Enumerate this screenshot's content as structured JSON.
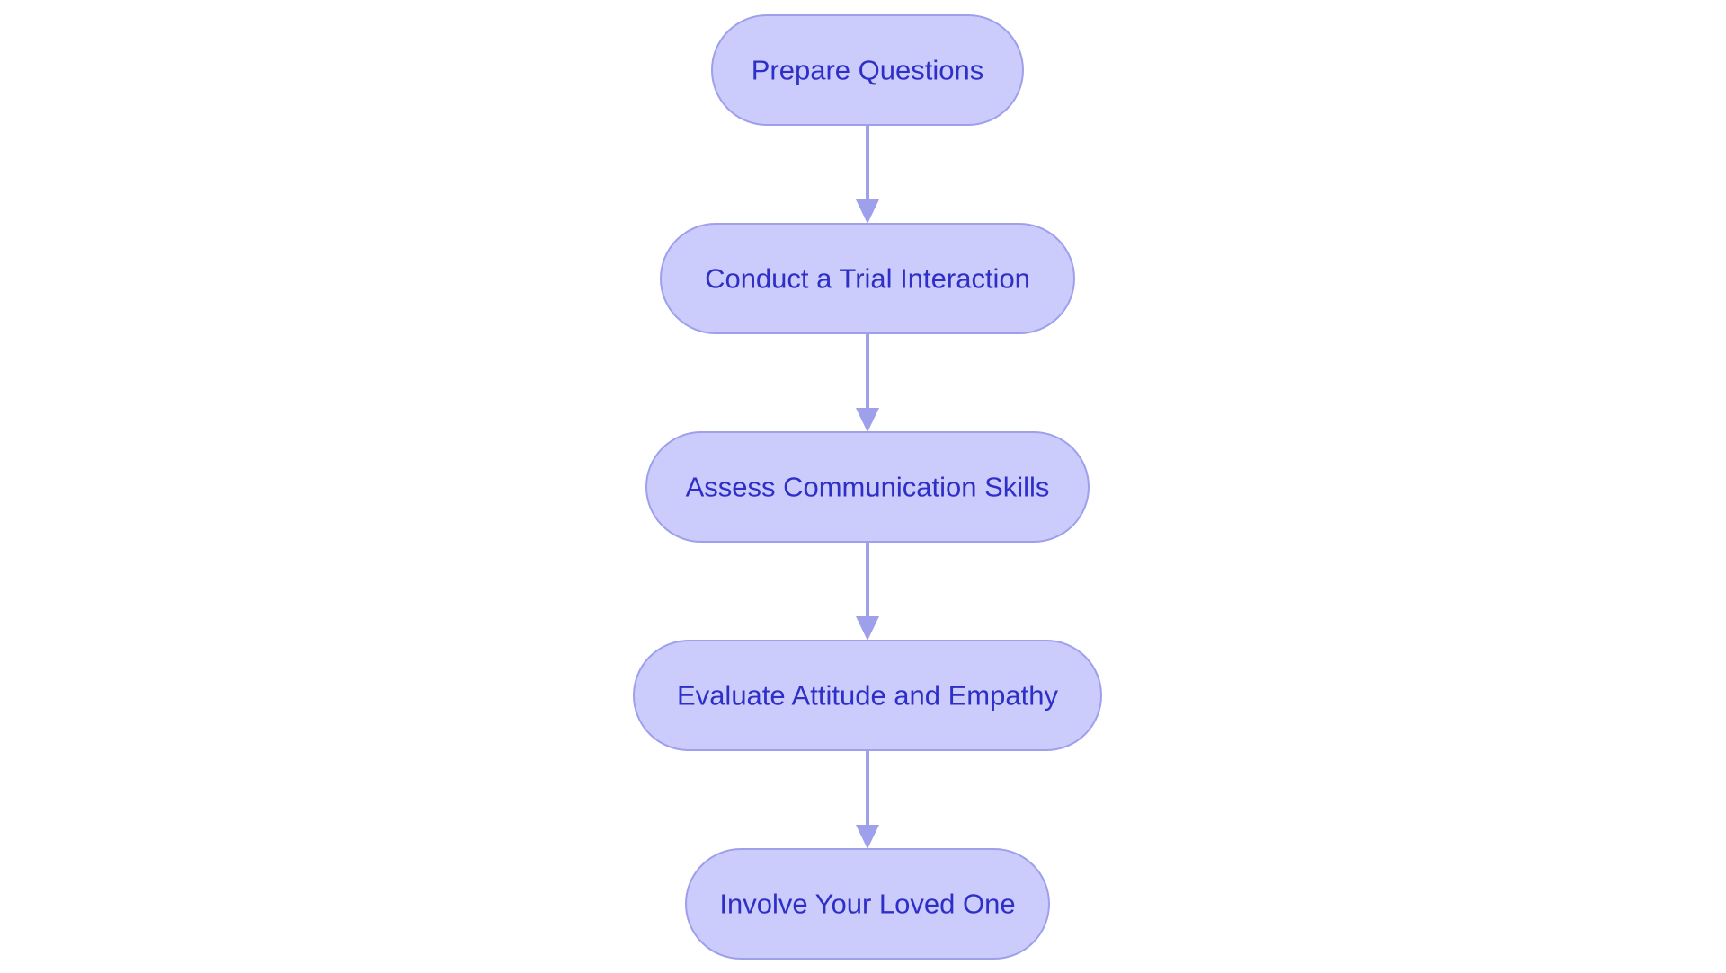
{
  "flowchart": {
    "steps": [
      {
        "label": "Prepare Questions"
      },
      {
        "label": "Conduct a Trial Interaction"
      },
      {
        "label": "Assess Communication Skills"
      },
      {
        "label": "Evaluate Attitude and Empathy"
      },
      {
        "label": "Involve Your Loved One"
      }
    ],
    "edges": [
      {
        "from": 0,
        "to": 1
      },
      {
        "from": 1,
        "to": 2
      },
      {
        "from": 2,
        "to": 3
      },
      {
        "from": 3,
        "to": 4
      }
    ],
    "colors": {
      "node_fill": "#cbcbfc",
      "node_stroke": "#9ea0ec",
      "text": "#2e2fc6",
      "edge": "#9ea0ec",
      "background": "#ffffff"
    }
  }
}
